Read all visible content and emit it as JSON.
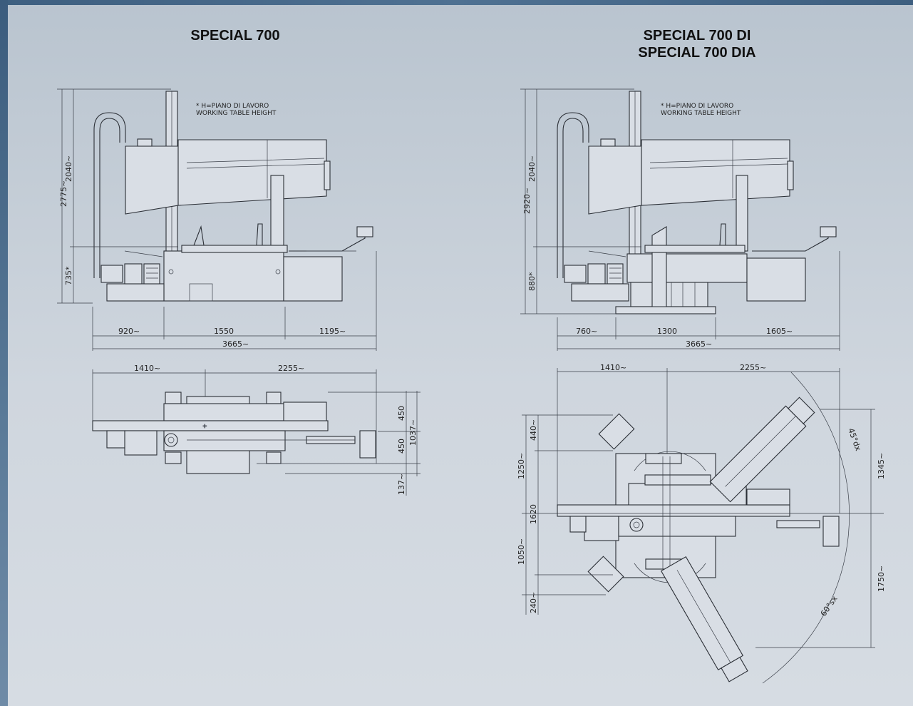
{
  "titles": {
    "left": "SPECIAL 700",
    "right_line1": "SPECIAL 700 DI",
    "right_line2": "SPECIAL 700 DIA"
  },
  "notes": {
    "left_line1": "* H=PIANO DI LAVORO",
    "left_line2": "WORKING TABLE HEIGHT",
    "right_line1": "* H=PIANO DI LAVORO",
    "right_line2": "WORKING TABLE HEIGHT"
  },
  "left_dims": {
    "total_height": "2775~",
    "upper_height": "2040~",
    "table_height": "735*",
    "width_left": "920~",
    "width_mid": "1550",
    "width_right": "1195~",
    "width_total": "3665~",
    "plan_left": "1410~",
    "plan_right": "2255~",
    "plan_upper": "450",
    "plan_lower": "450",
    "plan_total": "1037~",
    "plan_bottom": "137~"
  },
  "right_dims": {
    "total_height": "2920~",
    "upper_height": "2040~",
    "table_height": "880*",
    "width_left": "760~",
    "width_mid": "1300",
    "width_right": "1605~",
    "width_total": "3665~",
    "plan_left": "1410~",
    "plan_right": "2255~",
    "plan_440": "440~",
    "plan_1250": "1250~",
    "plan_1620": "1620",
    "plan_1050": "1050~",
    "plan_240": "240~",
    "plan_1345": "1345~",
    "plan_1750": "1750~",
    "angle_dx": "45°dx",
    "angle_sx": "60°sx"
  },
  "colors": {
    "background": "#cfd6de",
    "frame_bar": "#3e5f80",
    "line": "#2b2f36"
  }
}
